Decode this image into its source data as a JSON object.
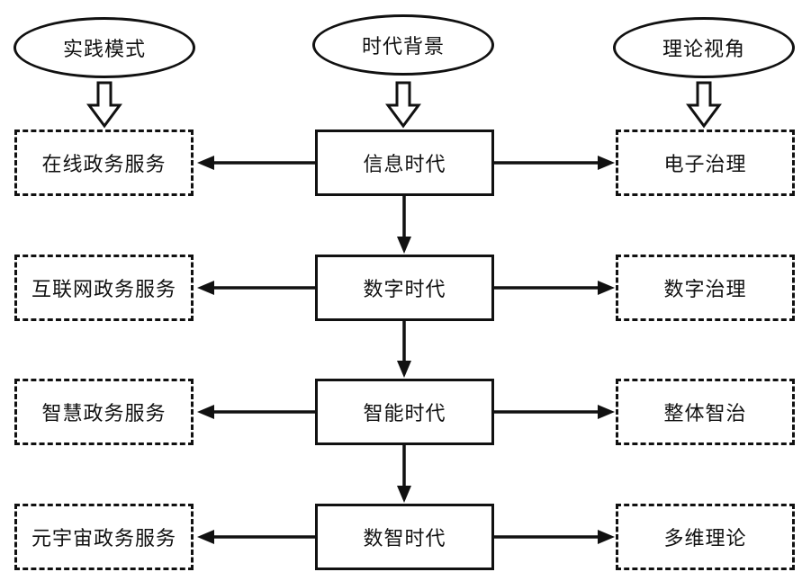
{
  "ellipses": {
    "practice": "实践模式",
    "era": "时代背景",
    "theory": "理论视角"
  },
  "rows": [
    {
      "left": "在线政务服务",
      "center": "信息时代",
      "right": "电子治理"
    },
    {
      "left": "互联网政务服务",
      "center": "数字时代",
      "right": "数字治理"
    },
    {
      "left": "智慧政务服务",
      "center": "智能时代",
      "right": "整体智治"
    },
    {
      "left": "元宇宙政务服务",
      "center": "数智时代",
      "right": "多维理论"
    }
  ],
  "colors": {
    "line": "#111111",
    "background": "#ffffff",
    "text": "#111111"
  }
}
